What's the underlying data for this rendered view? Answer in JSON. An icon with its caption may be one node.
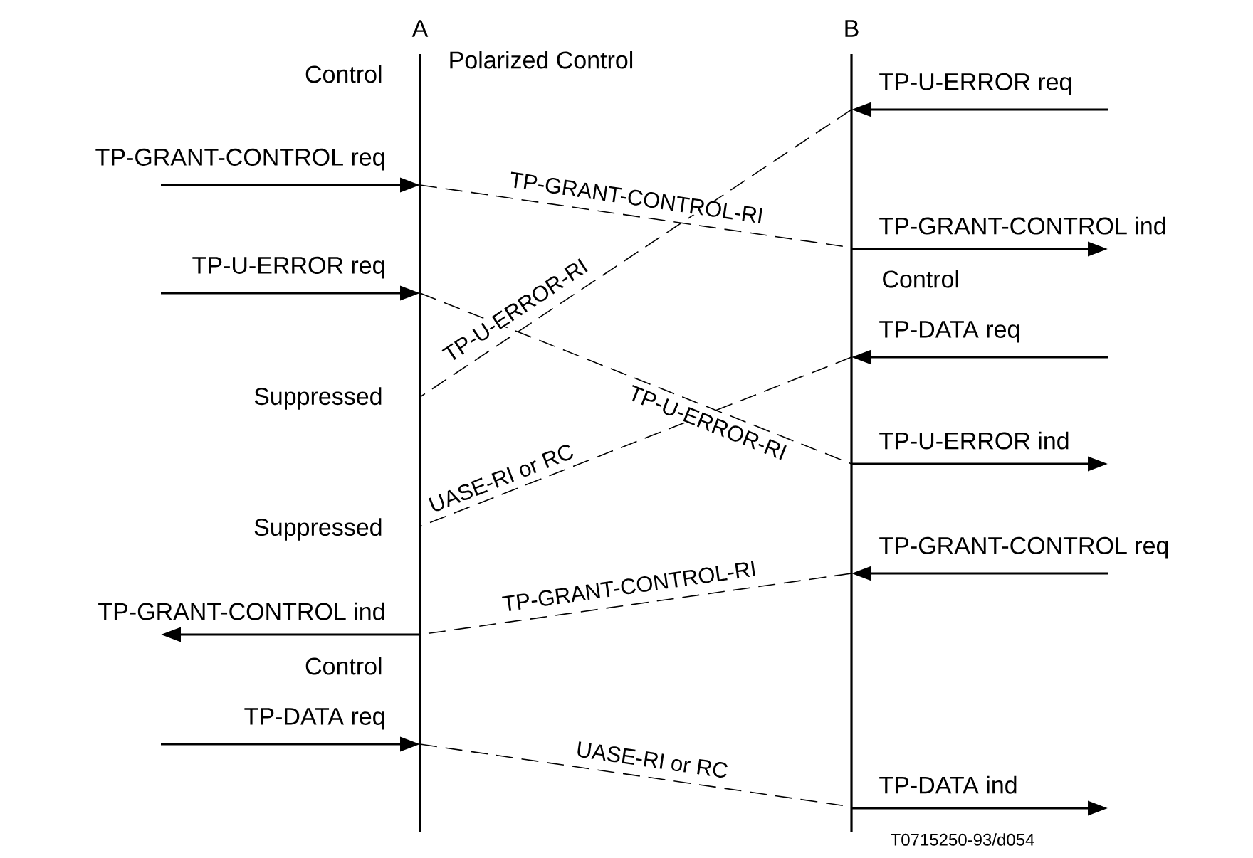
{
  "diagram": {
    "nodes": [
      {
        "text": [
          "A"
        ]
      },
      {
        "text": [
          "B"
        ]
      }
    ],
    "edges": [
      {
        "from": null,
        "to": 0,
        "arrow": "to",
        "label": "TP-GRANT-CONTROL req"
      },
      {
        "from": 0,
        "to": 1,
        "arrow": "none",
        "style": "dashed",
        "label": "TP-GRANT-CONTROL-RI"
      },
      {
        "from": 1,
        "to": null,
        "arrow": "to",
        "label": "TP-GRANT-CONTROL ind"
      },
      {
        "from": null,
        "to": 1,
        "arrow": "to",
        "label": "TP-U-ERROR req"
      },
      {
        "from": 1,
        "to": 0,
        "arrow": "none",
        "style": "dashed",
        "label": "TP-U-ERROR-RI"
      },
      {
        "from": null,
        "to": 0,
        "arrow": "to",
        "label": "TP-U-ERROR req"
      },
      {
        "from": 0,
        "to": 1,
        "arrow": "none",
        "style": "dashed",
        "label": "TP-U-ERROR-RI"
      },
      {
        "from": 1,
        "to": null,
        "arrow": "to",
        "label": "TP-U-ERROR ind"
      },
      {
        "from": null,
        "to": 1,
        "arrow": "to",
        "label": "TP-DATA req"
      },
      {
        "from": 1,
        "to": 0,
        "arrow": "none",
        "style": "dashed",
        "label": "UASE-RI or RC"
      },
      {
        "from": null,
        "to": 1,
        "arrow": "to",
        "label": "TP-GRANT-CONTROL req"
      },
      {
        "from": 1,
        "to": 0,
        "arrow": "none",
        "style": "dashed",
        "label": "TP-GRANT-CONTROL-RI"
      },
      {
        "from": 0,
        "to": null,
        "arrow": "to",
        "label": "TP-GRANT-CONTROL ind"
      },
      {
        "from": null,
        "to": 0,
        "arrow": "to",
        "label": "TP-DATA req"
      },
      {
        "from": 0,
        "to": 1,
        "arrow": "none",
        "style": "dashed",
        "label": "UASE-RI or RC"
      },
      {
        "from": 1,
        "to": null,
        "arrow": "to",
        "label": "TP-DATA ind"
      }
    ],
    "labels": [
      "Control",
      "Polarized Control",
      "Control",
      "Suppressed",
      "Suppressed",
      "Control",
      "T0715250-93/d054"
    ]
  }
}
